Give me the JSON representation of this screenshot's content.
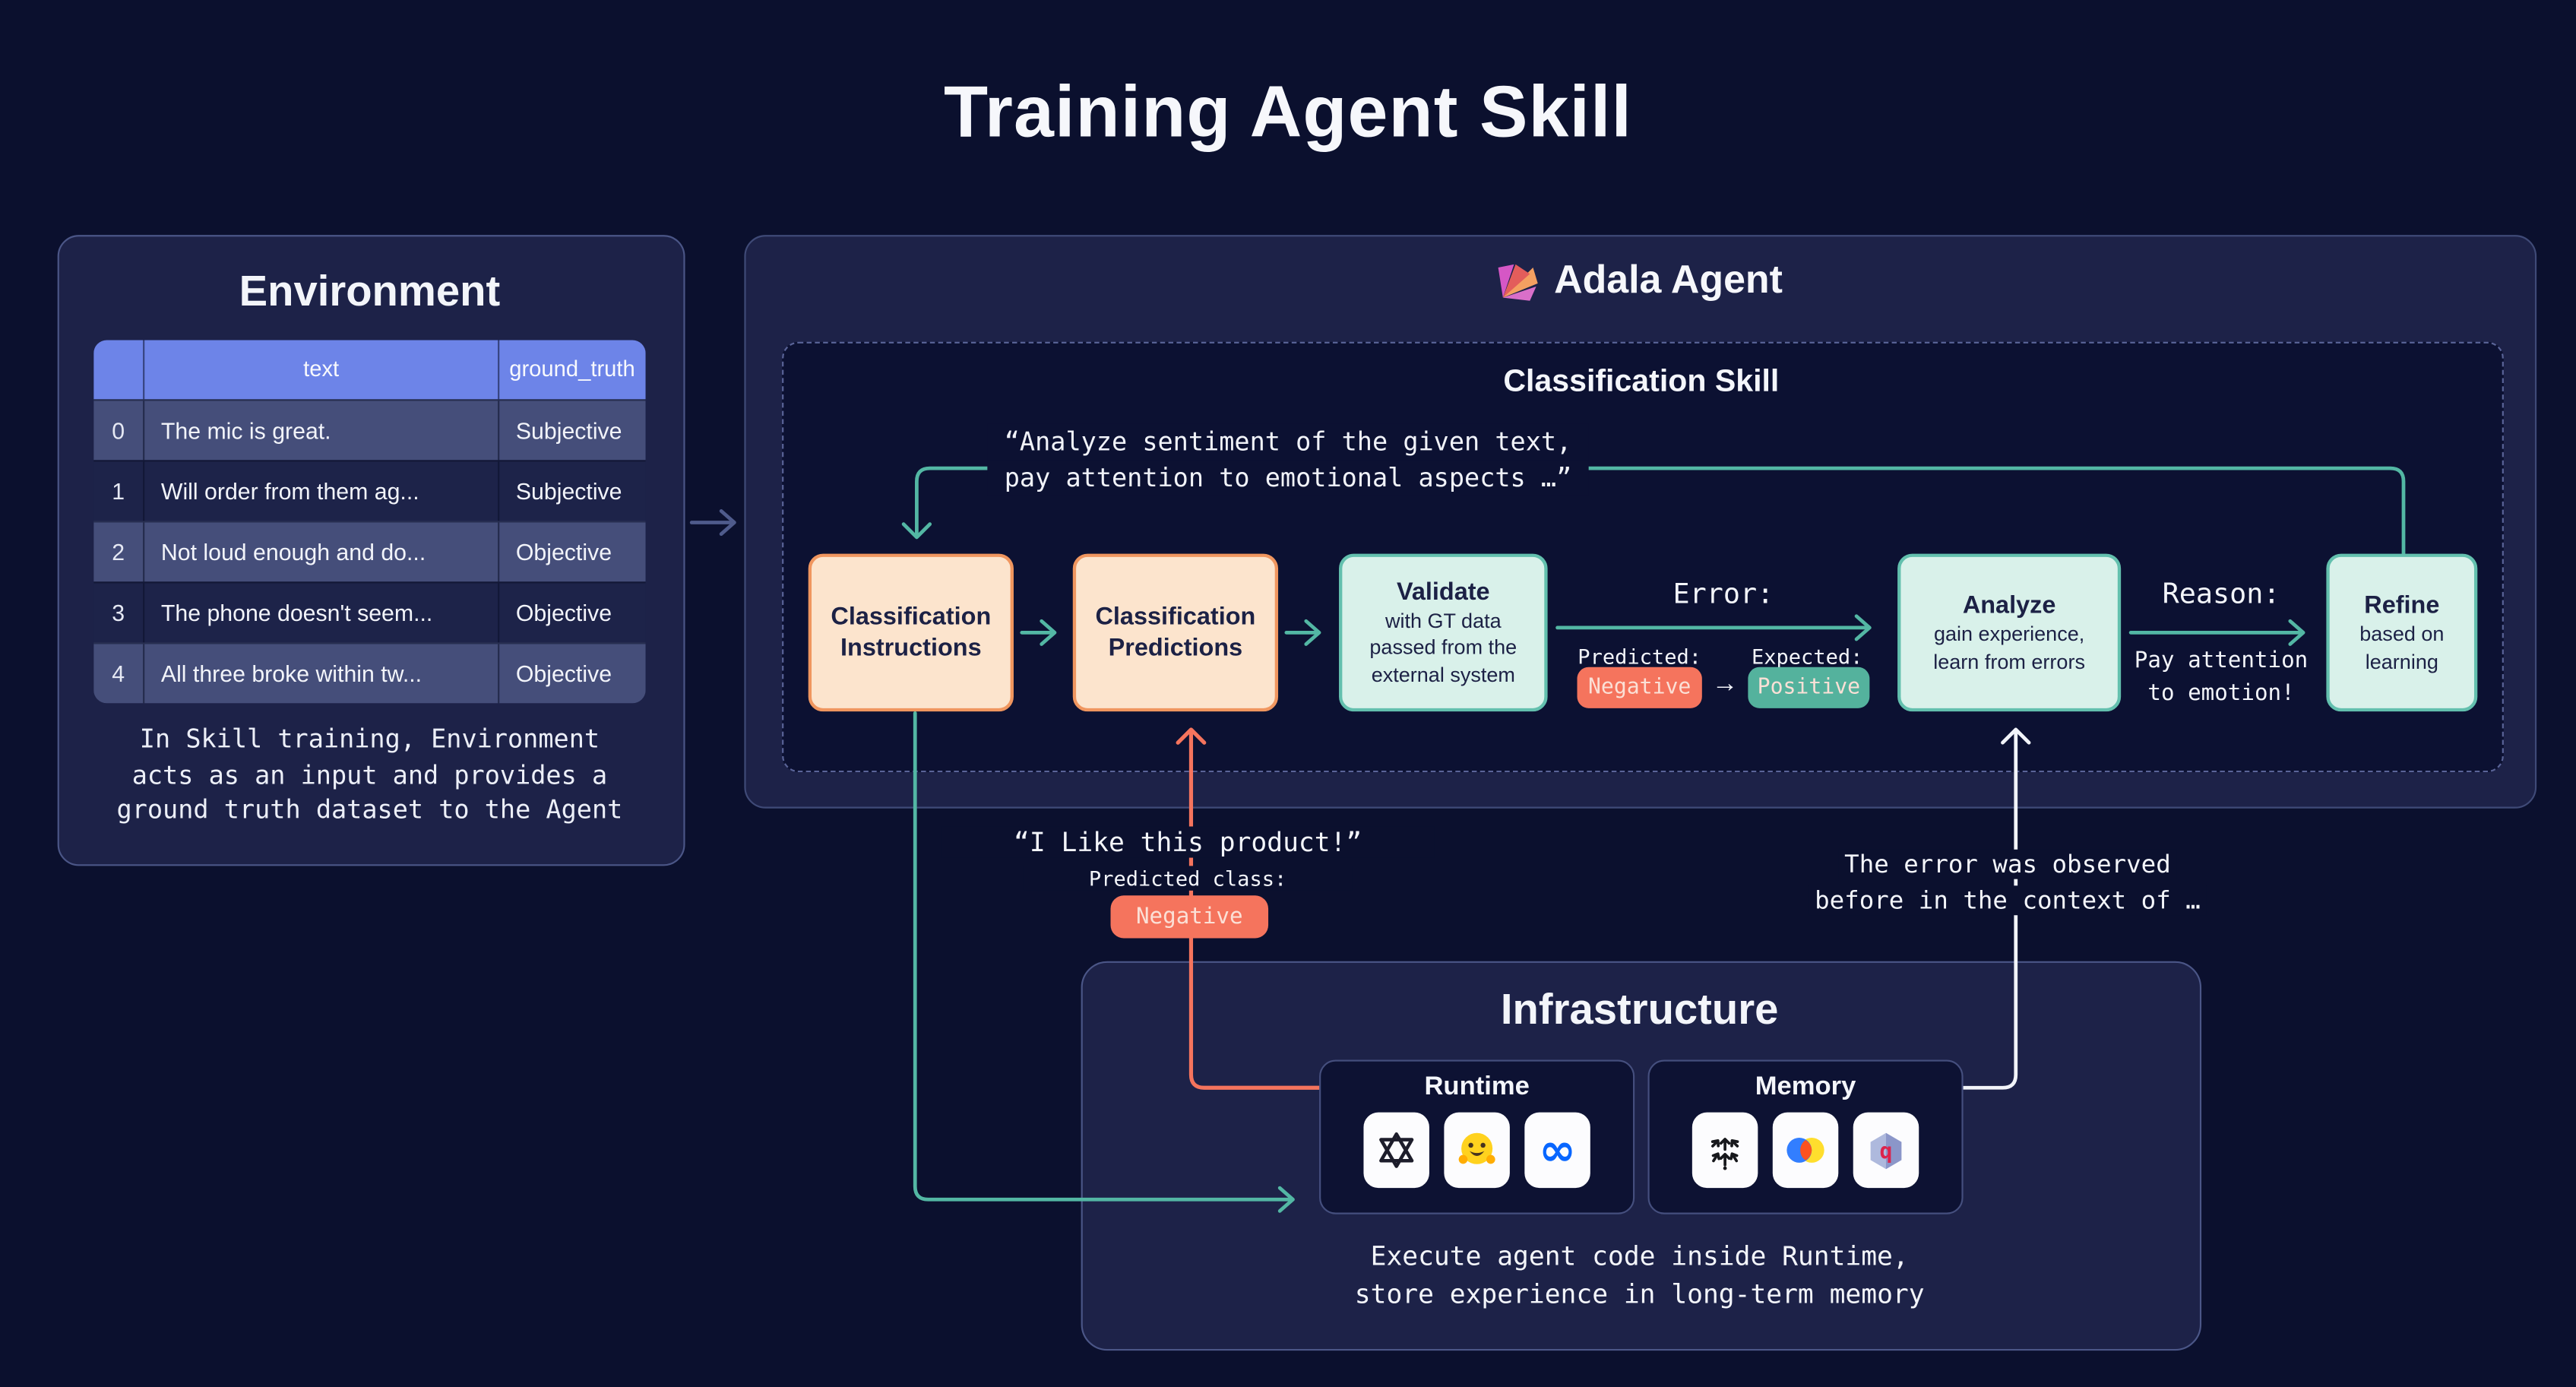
{
  "title": "Training Agent Skill",
  "colors": {
    "page_bg": "#0b102e",
    "panel_bg": "#1d2248",
    "panel_border": "#4b5687",
    "table_header": "#6d84e8",
    "row_light": "#454e7a",
    "row_dark": "#1d2349",
    "peach_box": "#fce4cd",
    "peach_border": "#f0965f",
    "mint_box": "#d9f1ea",
    "mint_border": "#63c0ae",
    "teal_wire": "#53b7a4",
    "orange_wire": "#f5745d",
    "negative_pill": "#f5745d",
    "positive_pill": "#54b29d"
  },
  "environment": {
    "title": "Environment",
    "table": {
      "col_index": "",
      "col_text": "text",
      "col_ground_truth": "ground_truth",
      "rows": [
        {
          "index": "0",
          "text": "The mic is great.",
          "ground_truth": "Subjective"
        },
        {
          "index": "1",
          "text": "Will order from them ag...",
          "ground_truth": "Subjective"
        },
        {
          "index": "2",
          "text": "Not loud enough and do...",
          "ground_truth": "Objective"
        },
        {
          "index": "3",
          "text": "The phone doesn't seem...",
          "ground_truth": "Objective"
        },
        {
          "index": "4",
          "text": "All three broke within tw...",
          "ground_truth": "Objective"
        }
      ]
    },
    "caption_lines": [
      "In Skill training, Environment",
      "acts as an input and provides a",
      "ground truth dataset to the Agent"
    ]
  },
  "agent": {
    "title": "Adala Agent",
    "logo_icon": "adala-logo",
    "skill": {
      "title": "Classification Skill",
      "quote_lines": [
        "“Analyze sentiment of the given text,",
        "pay attention to emotional aspects …”"
      ],
      "boxes": {
        "instructions": {
          "line1": "Classification",
          "line2": "Instructions"
        },
        "predictions": {
          "line1": "Classification",
          "line2": "Predictions"
        },
        "validate": {
          "title": "Validate",
          "body": "with GT data passed from the external system"
        },
        "analyze": {
          "title": "Analyze",
          "body": "gain experience, learn from errors"
        },
        "refine": {
          "title": "Refine",
          "body": "based on learning"
        }
      },
      "error_label": "Error:",
      "predicted_label": "Predicted:",
      "predicted_value": "Negative",
      "arrow_glyph": "→",
      "expected_label": "Expected:",
      "expected_value": "Positive",
      "reason_label": "Reason:",
      "reason_note_lines": [
        "Pay attention",
        "to emotion!"
      ]
    }
  },
  "sample": {
    "quote": "“I Like this product!”",
    "predicted_class_label": "Predicted class:",
    "predicted_class_value": "Negative"
  },
  "memory_note_lines": [
    "The error was observed",
    "before in the context of …"
  ],
  "infrastructure": {
    "title": "Infrastructure",
    "runtime": {
      "title": "Runtime",
      "icons": [
        "openai-icon",
        "huggingface-icon",
        "meta-icon"
      ]
    },
    "memory": {
      "title": "Memory",
      "icons": [
        "pinecone-icon",
        "chroma-icon",
        "qdrant-icon"
      ]
    },
    "caption_lines": [
      "Execute agent code inside Runtime,",
      "store experience in long-term memory"
    ]
  }
}
